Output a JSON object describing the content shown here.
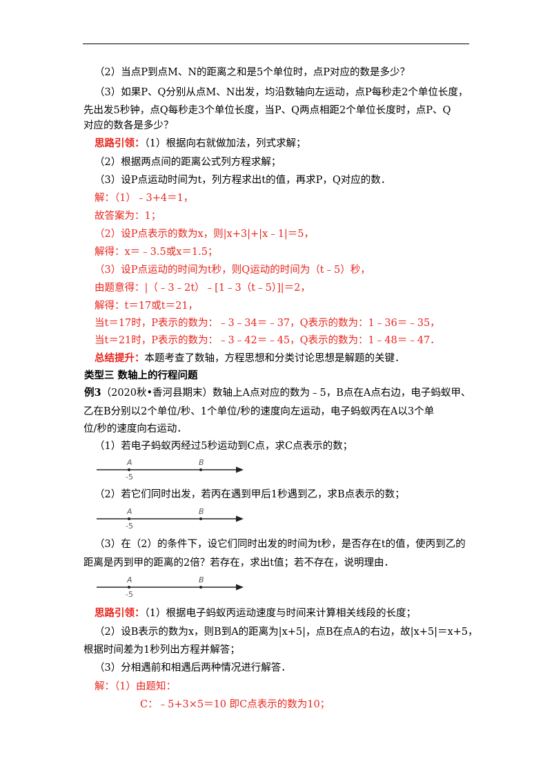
{
  "lines": {
    "q2": "（2）当点P到点M、N的距离之和是5个单位时，点P对应的数是多少？",
    "q3a": "（3）如果P、Q分别从点M、N出发，均沿数轴向左运动，点P每秒走2个单位长度，",
    "q3b": "先出发5秒钟，点Q每秒走3个单位长度，当P、Q两点相距2个单位长度时，点P、Q",
    "q3c": "对应的数各是多少？",
    "hint_label": "思路引领：",
    "hint1": "（1）根据向右就做加法，列式求解；",
    "hint2": "（2）根据两点间的距离公式列方程求解；",
    "hint3": "（3）设P点运动时间为t，列方程求出t的值，再求P，Q对应的数．",
    "sol1": "解：（1）﹣3+4＝1，",
    "sol1b": "故答案为：1；",
    "sol2": "（2）设P点表示的数为x，则|x+3|+|x﹣1|＝5，",
    "sol2b": "解得：x＝﹣3.5或x＝1.5；",
    "sol3": "（3）设P点运动的时间为t秒，则Q运动的时间为（t﹣5）秒，",
    "sol3b": "由题意得：|（﹣3﹣2t）﹣[1﹣3（t﹣5）]|＝2，",
    "sol3c": "解得：t＝17或t＝21，",
    "sol3d": "当t＝17时，P表示的数为：﹣3﹣34＝﹣37，Q表示的数为：1﹣36＝﹣35，",
    "sol3e": "当t＝21时，P表示的数为：﹣3﹣42＝﹣45，Q表示的数为：1﹣48＝﹣47．",
    "summary_label": "总结提升：",
    "summary": "本题考查了数轴，方程思想和分类讨论思想是解题的关键．",
    "type3": "类型三  数轴上的行程问题",
    "ex3_label": "例3",
    "ex3a": "（2020秋•香河县期末）数轴上A点对应的数为﹣5，B点在A点右边，电子蚂蚁甲、",
    "ex3b": "乙在B分别以2个单位/秒、1个单位/秒的速度向左运动，电子蚂蚁丙在A以3个单",
    "ex3c": "位/秒的速度向右运动．",
    "e1": "（1）若电子蚂蚁丙经过5秒运动到C点，求C点表示的数；",
    "e2": "（2）若它们同时出发，若丙在遇到甲后1秒遇到乙，求B点表示的数；",
    "e3a": "（3）在（2）的条件下，设它们同时出发的时间为t秒，是否存在t的值，使丙到乙的",
    "e3b": "距离是丙到甲的距离的2倍？若存在，求出t值；若不存在，说明理由．",
    "hint_label2": "思路引领：",
    "h1": "（1）根据电子蚂蚁丙运动速度与时间来计算相关线段的长度；",
    "h2": "（2）设B表示的数为x，则B到A的距离为|x+5|，点B在点A的右边，故|x+5|＝x+5，",
    "h2b": "根据时间差为1秒列出方程并解答；",
    "h3": "（3）分相遇前和相遇后两种情况进行解答．",
    "s1": "解：（1）由题知：",
    "s1b": "C：﹣5+3×5＝10  即C点表示的数为10；"
  },
  "numberline": {
    "point_a": "A",
    "point_b": "B",
    "a_value": "-5"
  }
}
